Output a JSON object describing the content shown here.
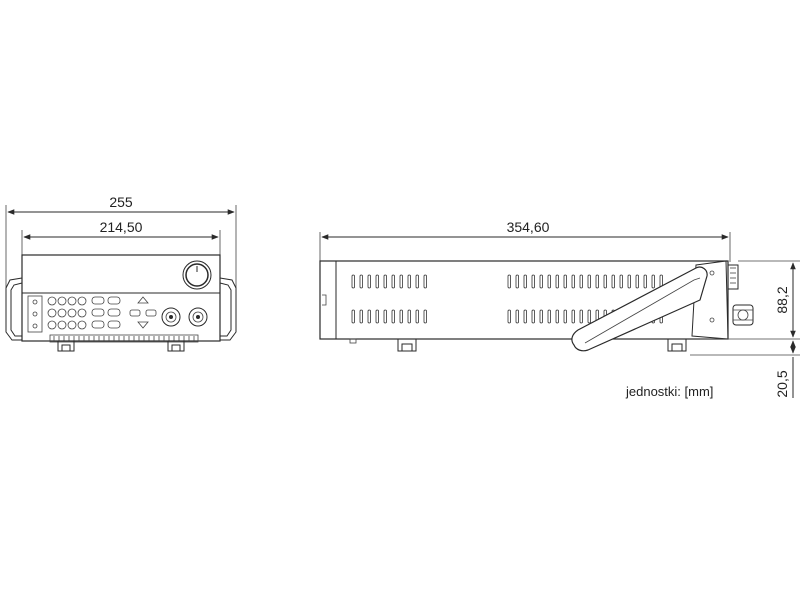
{
  "dimensions": {
    "front_overall_width": "255",
    "front_inner_width": "214,50",
    "side_depth": "354,60",
    "height": "88,2",
    "foot_height": "20,5"
  },
  "units_note": "jednostki: [mm]"
}
